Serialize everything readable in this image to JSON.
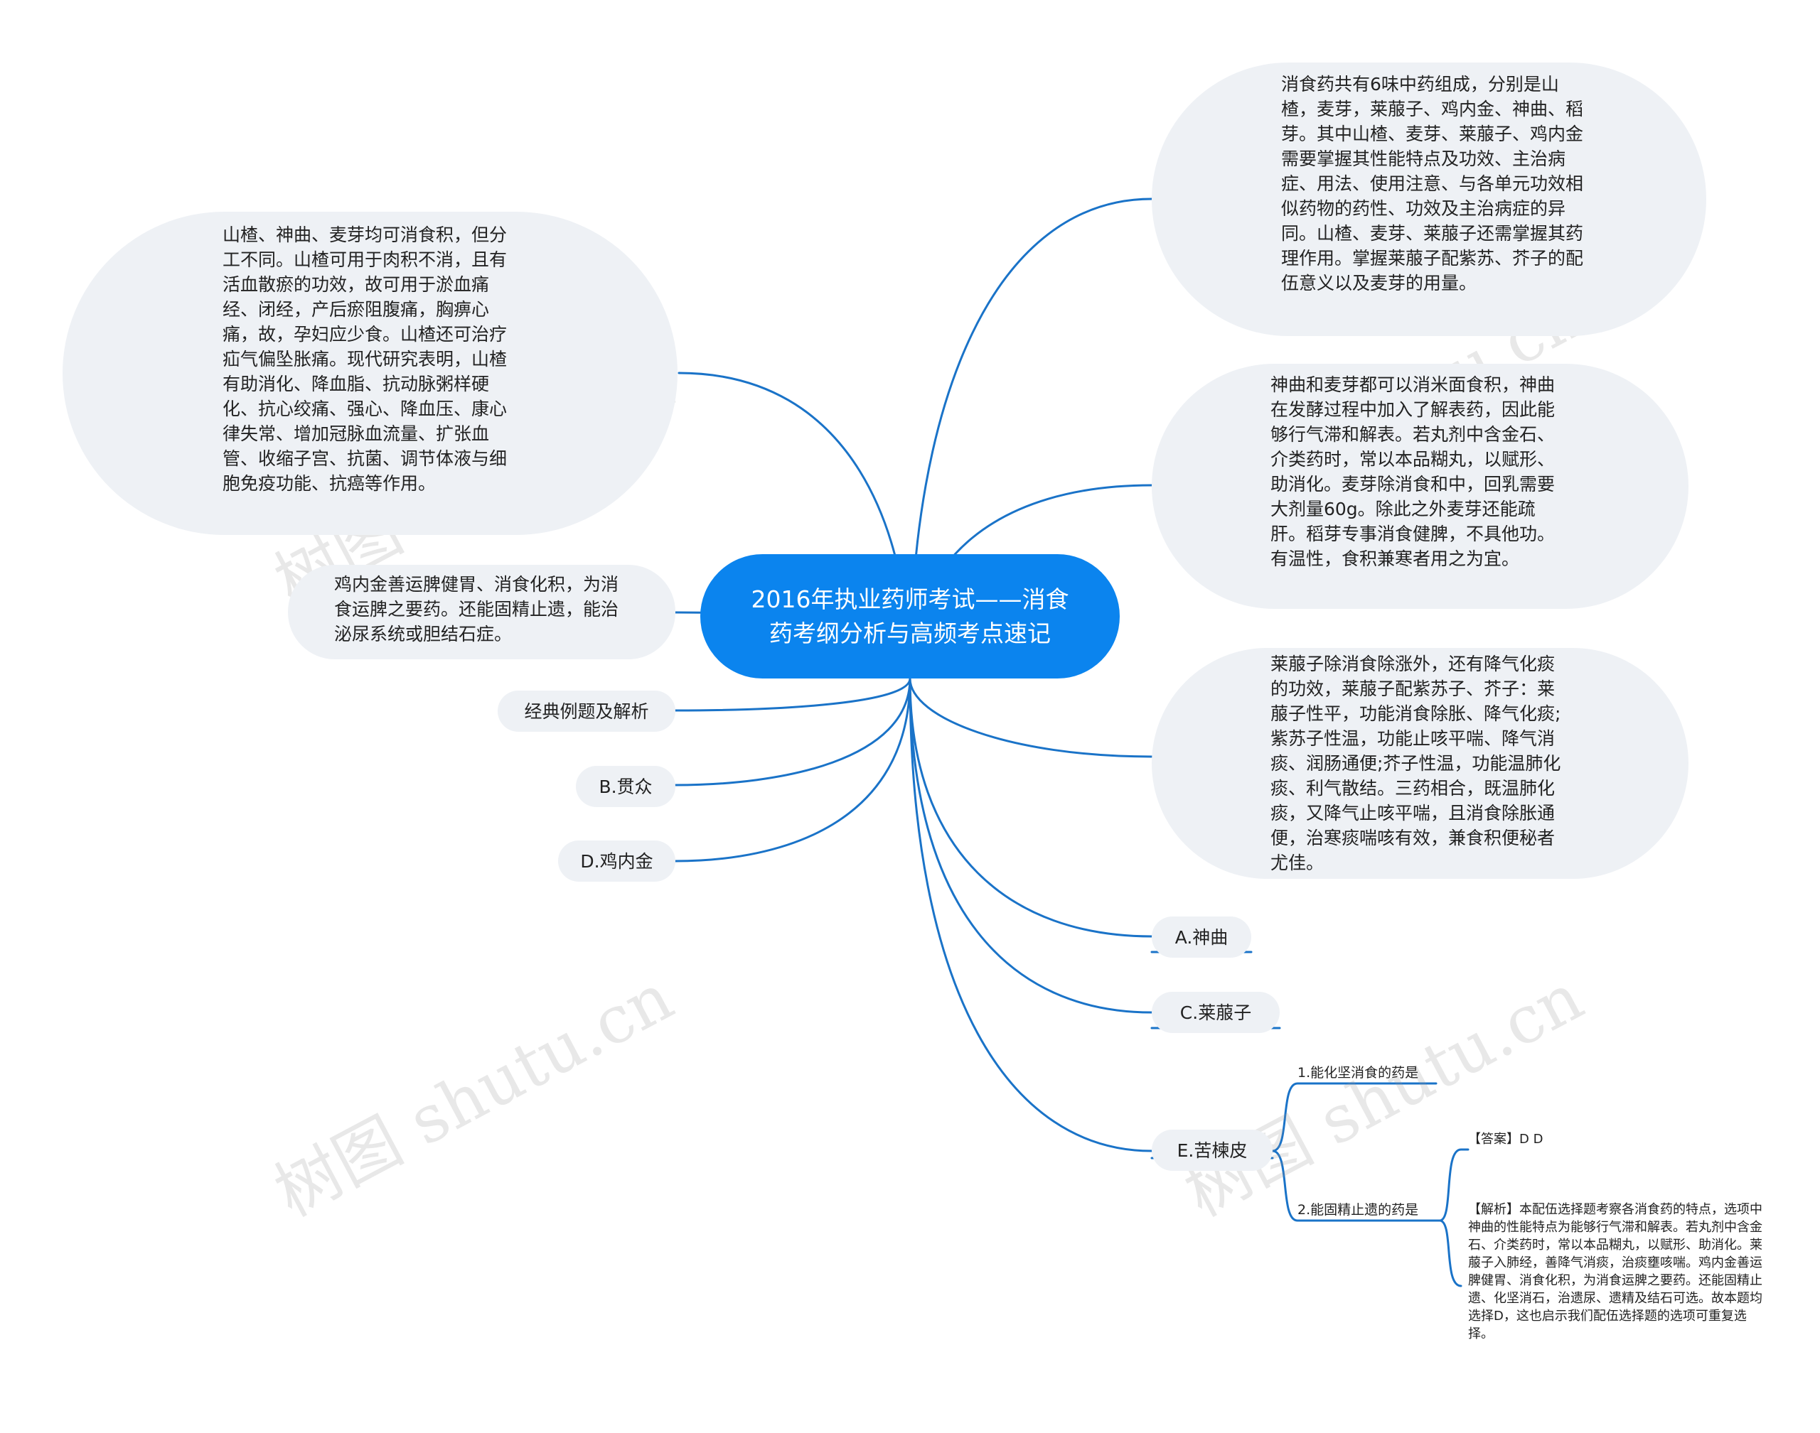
{
  "root": {
    "title": "2016年执业药师考试——消食药考纲分析与高频考点速记"
  },
  "left_nodes": {
    "shanzha": "山楂、神曲、麦芽均可消食积，但分工不同。山楂可用于肉积不消，且有活血散瘀的功效，故可用于淤血痛经、闭经，产后瘀阻腹痛，胸痹心痛，故，孕妇应少食。山楂还可治疗疝气偏坠胀痛。现代研究表明，山楂有助消化、降血脂、抗动脉粥样硬化、抗心绞痛、强心、降血压、康心律失常、增加冠脉血流量、扩张血管、收缩子宫、抗菌、调节体液与细胞免疫功能、抗癌等作用。",
    "jineijin": "鸡内金善运脾健胃、消食化积，为消食运脾之要药。还能固精止遗，能治泌尿系统或胆结石症。",
    "examples": "经典例题及解析",
    "b_option": "B.贯众",
    "d_option": "D.鸡内金"
  },
  "right_nodes": {
    "overview": "消食药共有6味中药组成，分别是山楂，麦芽，莱菔子、鸡内金、神曲、稻芽。其中山楂、麦芽、莱菔子、鸡内金需要掌握其性能特点及功效、主治病症、用法、使用注意、与各单元功效相似药物的药性、功效及主治病症的异同。山楂、麦芽、莱菔子还需掌握其药理作用。掌握莱菔子配紫苏、芥子的配伍意义以及麦芽的用量。",
    "shenqu": "神曲和麦芽都可以消米面食积，神曲在发酵过程中加入了解表药，因此能够行气滞和解表。若丸剂中含金石、介类药时，常以本品糊丸，以赋形、助消化。麦芽除消食和中，回乳需要大剂量60g。除此之外麦芽还能疏肝。稻芽专事消食健脾，不具他功。有温性，食积兼寒者用之为宜。",
    "laifuzi": "莱菔子除消食除涨外，还有降气化痰的功效，莱菔子配紫苏子、芥子：莱菔子性平，功能消食除胀、降气化痰;紫苏子性温，功能止咳平喘、降气消痰、润肠通便;芥子性温，功能温肺化痰、利气散结。三药相合，既温肺化痰，又降气止咳平喘，且消食除胀通便，治寒痰喘咳有效，兼食积便秘者尤佳。",
    "a_option": "A.神曲",
    "c_option": "C.莱菔子",
    "e_option": "E.苦楝皮"
  },
  "questions": {
    "q1": "1.能化坚消食的药是",
    "q2": "2.能固精止遗的药是",
    "answer": "【答案】D D",
    "analysis": "【解析】本配伍选择题考察各消食药的特点，选项中神曲的性能特点为能够行气滞和解表。若丸剂中含金石、介类药时，常以本品糊丸，以赋形、助消化。莱菔子入肺经，善降气消痰，治痰壅咳喘。鸡内金善运脾健胃、消食化积，为消食运脾之要药。还能固精止遗、化坚消石，治遗尿、遗精及结石可选。故本题均选择D，这也启示我们配伍选择题的选项可重复选择。"
  },
  "watermark": "树图 shutu.cn",
  "colors": {
    "root_fill": "#0b84ee",
    "node_fill": "#eef1f5",
    "edge": "#1a73c8"
  }
}
